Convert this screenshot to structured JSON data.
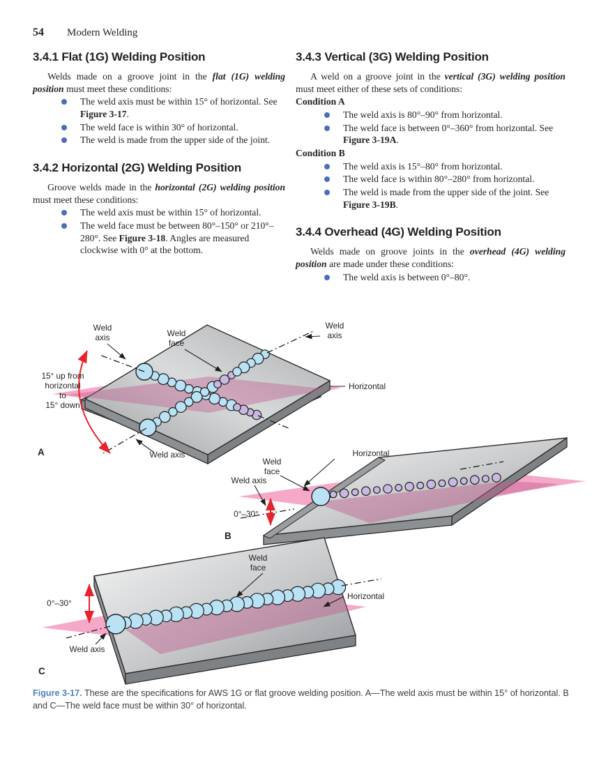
{
  "header": {
    "page_number": "54",
    "book_title": "Modern Welding"
  },
  "colors": {
    "bullet_blue": "#4a6fb8",
    "caption_label_blue": "#4f81bd",
    "horizontal_plane_pink": "#f6a8c8",
    "weld_bead_blue": "#b9e2f4",
    "weld_bead_purple": "#c9b8e2",
    "angle_arrow_red": "#e8232d",
    "plate_gray_light": "#f4f4f4",
    "plate_gray_dark": "#9a9da0"
  },
  "sections": {
    "s341": {
      "heading": "3.4.1 Flat (1G) Welding Position",
      "intro": [
        "Welds made on a groove joint in the ",
        "flat (1G) welding position",
        " must meet these conditions:"
      ],
      "bullets": [
        [
          "The weld axis must be within 15° of horizontal. See ",
          "Figure 3-17",
          "."
        ],
        [
          "The weld face is within 30° of horizontal."
        ],
        [
          "The weld is made from the upper side of the joint."
        ]
      ]
    },
    "s342": {
      "heading": "3.4.2 Horizontal (2G) Welding Position",
      "intro": [
        "Groove welds made in the ",
        "horizontal (2G) welding position",
        " must meet these conditions:"
      ],
      "bullets": [
        [
          "The weld axis must be within 15° of horizontal."
        ],
        [
          "The weld face must be between 80°–150° or 210°–280°. See ",
          "Figure 3-18",
          ". Angles are measured clockwise with 0° at the bottom."
        ]
      ]
    },
    "s343": {
      "heading": "3.4.3 Vertical (3G) Welding Position",
      "intro": [
        "A weld on a groove joint in the ",
        "vertical (3G) welding position",
        " must meet either of these sets of conditions:"
      ],
      "condition_a": "Condition A",
      "bullets_a": [
        [
          "The weld axis is 80°–90° from horizontal."
        ],
        [
          "The weld face is between 0°–360° from horizontal. See ",
          "Figure 3-19A",
          "."
        ]
      ],
      "condition_b": "Condition B",
      "bullets_b": [
        [
          "The weld axis is 15°–80° from horizontal."
        ],
        [
          "The weld face is within 80°–280° from horizontal."
        ],
        [
          "The weld is made from the upper side of the joint. See ",
          "Figure 3-19B",
          "."
        ]
      ]
    },
    "s344": {
      "heading": "3.4.4 Overhead (4G) Welding Position",
      "intro": [
        "Welds made on groove joints in the ",
        "overhead (4G) welding position",
        " are made under these conditions:"
      ],
      "bullets": [
        [
          "The weld axis is between 0°–80°."
        ]
      ]
    }
  },
  "figure": {
    "panel_a": {
      "letter": "A",
      "weld_axis_top_left": [
        "Weld",
        "axis"
      ],
      "weld_face": [
        "Weld",
        "face"
      ],
      "weld_axis_top_right": [
        "Weld",
        "axis"
      ],
      "horizontal": "Horizontal",
      "angle_note": [
        "15° up from",
        "horizontal",
        "to",
        "15° down"
      ],
      "weld_axis_bottom": "Weld axis"
    },
    "panel_b": {
      "letter": "B",
      "weld_face": [
        "Weld",
        "face"
      ],
      "horizontal": "Horizontal",
      "weld_axis": "Weld axis",
      "angle": "0°–30°"
    },
    "panel_c": {
      "letter": "C",
      "weld_face": [
        "Weld",
        "face"
      ],
      "horizontal": "Horizontal",
      "weld_axis": "Weld axis",
      "angle": "0°–30°"
    }
  },
  "caption": {
    "label": "Figure 3-17.",
    "text": " These are the specifications for AWS 1G or flat groove welding position. A—The weld axis must be within 15° of horizontal. B and C—The weld face must be within 30° of horizontal."
  }
}
